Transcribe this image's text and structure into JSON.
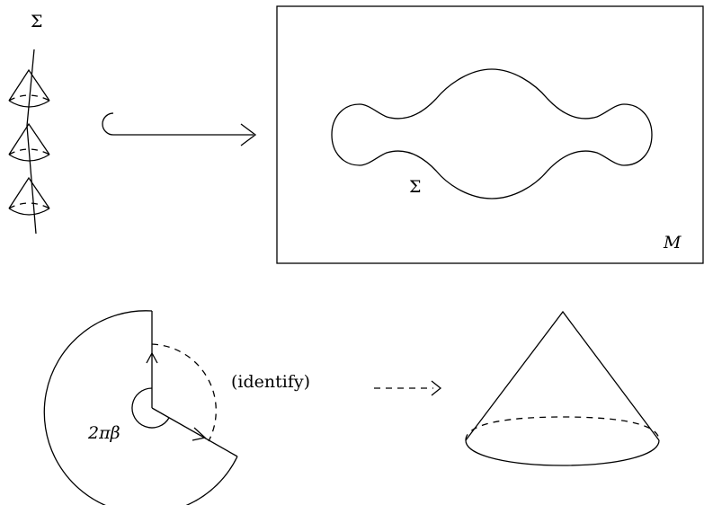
{
  "labels": {
    "sigma_top": "Σ",
    "sigma_inner": "Σ",
    "manifold": "M",
    "angle": "2πβ",
    "identify": "(identify)"
  }
}
